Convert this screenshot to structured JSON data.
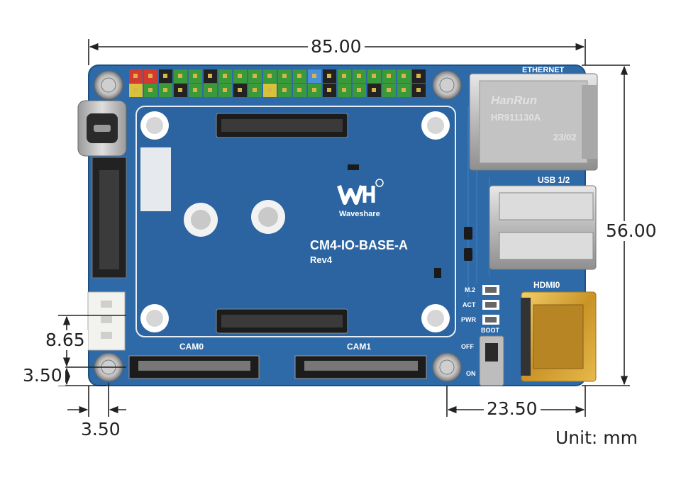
{
  "dimensions": {
    "width": "85.00",
    "height": "56.00",
    "hole_offset_right": "23.50",
    "connector_height": "8.65",
    "hole_offset_bottom": "3.50",
    "hole_offset_left": "3.50"
  },
  "unit_label": "Unit: mm",
  "board": {
    "brand": "Waveshare",
    "model": "CM4-IO-BASE-A",
    "revision": "Rev4",
    "ethernet_label": "ETHERNET",
    "usb_label": "USB 1/2",
    "hdmi_label": "HDMI0",
    "cam0_label": "CAM0",
    "cam1_label": "CAM1",
    "led_labels": [
      "M.2",
      "ACT",
      "PWR"
    ],
    "boot_label": "BOOT",
    "switch_off": "OFF",
    "switch_on": "ON",
    "rj45_brand": "HanRun",
    "rj45_part": "HR911130A",
    "rj45_date": "23/02"
  },
  "colors": {
    "pcb": "#2f6aa8",
    "pcb_dark": "#24568c",
    "gold": "#d9a93c",
    "header_green": "#3a9a3a"
  }
}
